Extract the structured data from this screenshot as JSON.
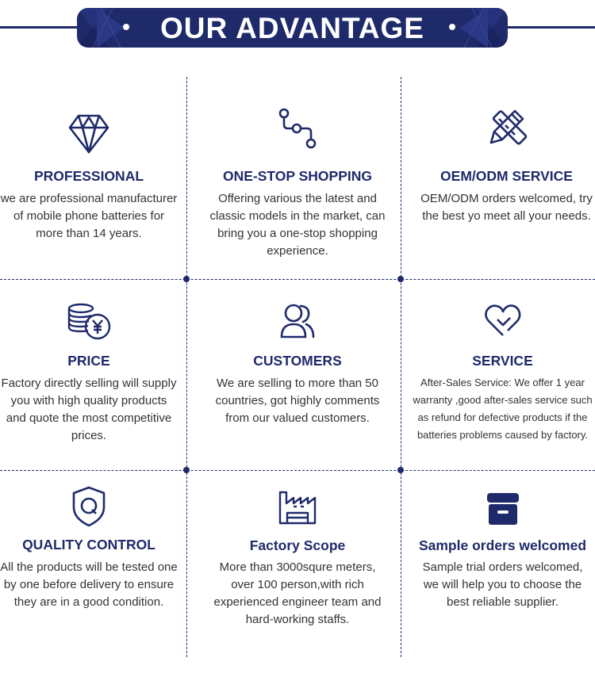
{
  "header": {
    "title": "OUR ADVANTAGE"
  },
  "colors": {
    "accent": "#1f2a6b",
    "text": "#333333",
    "background": "#ffffff"
  },
  "cells": [
    {
      "title": "PROFESSIONAL",
      "icon": "diamond-icon",
      "text": "we are professional manufacturer of mobile phone batteries for more than 14 years."
    },
    {
      "title": "ONE-STOP SHOPPING",
      "icon": "route-icon",
      "text": "Offering various the latest and classic models in the market, can bring you a one-stop shopping experience."
    },
    {
      "title": "OEM/ODM SERVICE",
      "icon": "pencil-ruler-icon",
      "text": "OEM/ODM orders welcomed, try the best yo meet all your needs."
    },
    {
      "title": "PRICE",
      "icon": "coins-yen-icon",
      "text": "Factory directly selling will supply you with high quality products and quote the most competitive prices."
    },
    {
      "title": "CUSTOMERS",
      "icon": "users-icon",
      "text": "We are selling to more than 50 countries, got highly comments from our valued customers."
    },
    {
      "title": "SERVICE",
      "icon": "heart-icon",
      "text": "After-Sales Service: We offer 1 year warranty ,good after-sales service such as  refund for defective products if the batteries problems caused by factory."
    },
    {
      "title": "QUALITY CONTROL",
      "icon": "shield-q-icon",
      "text": "All the products will be tested one by one before delivery to ensure they are in a good condition."
    },
    {
      "title": "Factory Scope",
      "icon": "factory-icon",
      "text": "More than 3000squre meters, over 100 person,with rich experienced engineer team and hard-working staffs."
    },
    {
      "title": "Sample orders welcomed",
      "icon": "archive-box-icon",
      "text": "Sample trial orders welcomed, we will help you to choose the best reliable supplier."
    }
  ]
}
